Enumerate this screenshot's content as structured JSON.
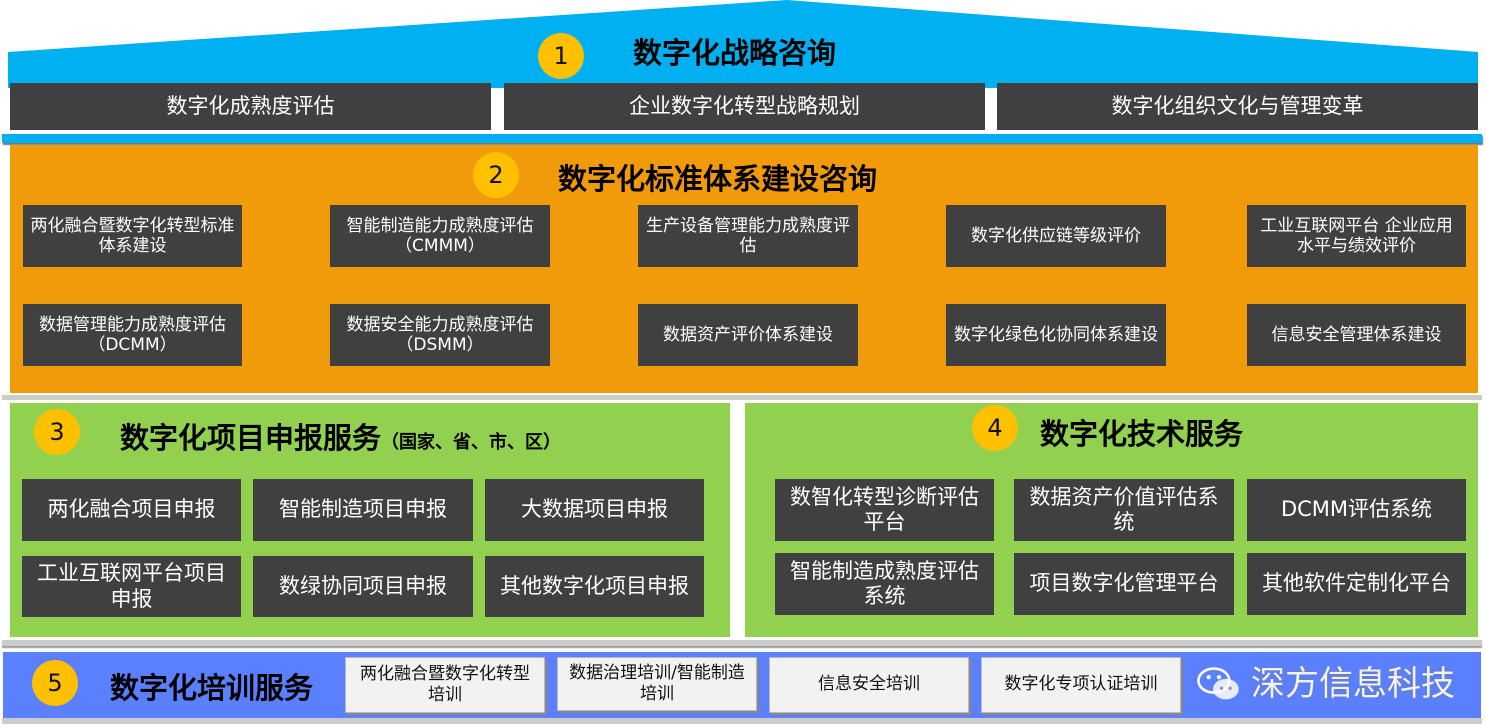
{
  "s1": {
    "num": "1",
    "title": "数字化战略咨询",
    "items": [
      "数字化成熟度评估",
      "企业数字化转型战略规划",
      "数字化组织文化与管理变革"
    ]
  },
  "s2": {
    "num": "2",
    "title": "数字化标准体系建设咨询",
    "items": [
      "两化融合暨数字化转型标准体系建设",
      "智能制造能力成熟度评估（CMMM）",
      "生产设备管理能力成熟度评估",
      "数字化供应链等级评价",
      "工业互联网平台 企业应用水平与绩效评价",
      "数据管理能力成熟度评估（DCMM）",
      "数据安全能力成熟度评估（DSMM）",
      "数据资产评价体系建设",
      "数字化绿色化协同体系建设",
      "信息安全管理体系建设"
    ]
  },
  "s3": {
    "num": "3",
    "title": "数字化项目申报服务",
    "subtitle": "（国家、省、市、区）",
    "items": [
      "两化融合项目申报",
      "智能制造项目申报",
      "大数据项目申报",
      "工业互联网平台项目申报",
      "数绿协同项目申报",
      "其他数字化项目申报"
    ]
  },
  "s4": {
    "num": "4",
    "title": "数字化技术服务",
    "items": [
      "数智化转型诊断评估平台",
      "数据资产价值评估系统",
      "DCMM评估系统",
      "智能制造成熟度评估系统",
      "项目数字化管理平台",
      "其他软件定制化平台"
    ]
  },
  "s5": {
    "num": "5",
    "title": "数字化培训服务",
    "items": [
      "两化融合暨数字化转型培训",
      "数据治理培训/智能制造培训",
      "信息安全培训",
      "数字化专项认证培训"
    ]
  },
  "watermark": "深方信息科技",
  "colors": {
    "blue": "#00B0F0",
    "orange": "#F29B0A",
    "green": "#92D050",
    "indigo": "#5B80FF",
    "dark": "#404040"
  }
}
